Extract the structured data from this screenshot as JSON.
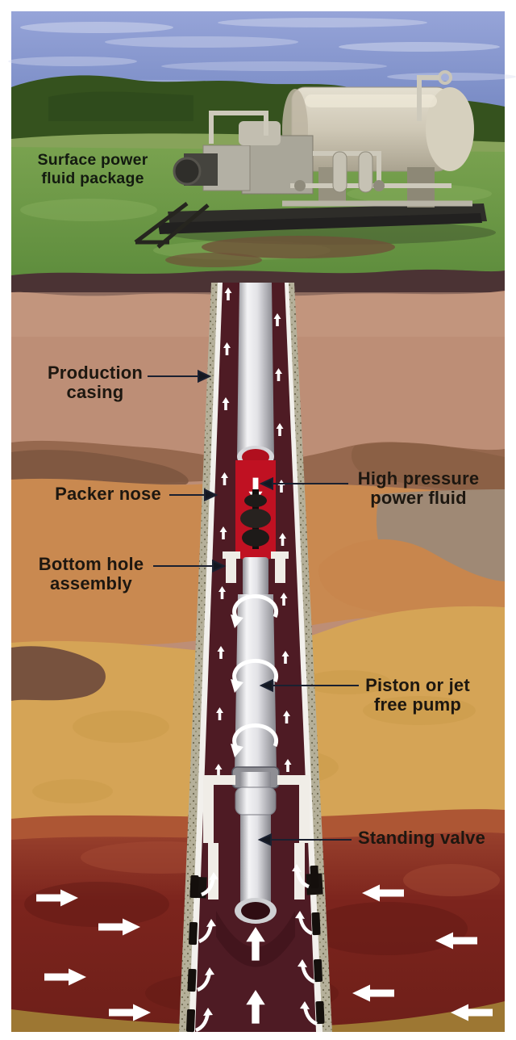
{
  "figure": {
    "title_context": "Hydraulic pumping system well schematic",
    "labels": {
      "surface_power": {
        "line1": "Surface power",
        "line2": "fluid package"
      },
      "production_casing": {
        "line1": "Production",
        "line2": "casing"
      },
      "packer_nose": {
        "line1": "Packer nose"
      },
      "high_pressure": {
        "line1": "High pressure",
        "line2": "power fluid"
      },
      "bottom_hole": {
        "line1": "Bottom hole",
        "line2": "assembly"
      },
      "piston_pump": {
        "line1": "Piston or jet",
        "line2": "free pump"
      },
      "standing_valve": {
        "line1": "Standing valve"
      }
    },
    "colors": {
      "sky": "#8193cb",
      "hills": "#35521e",
      "grass": "#6a9746",
      "tank_beige": "#cfc8b6",
      "topsoil_band": "#4b3334",
      "stratum_pink_tan": "#bd8e76",
      "stratum_brown_band": "#96684e",
      "stratum_orange": "#c98950",
      "stratum_taupe": "#9f8975",
      "stratum_mustard": "#d5a456",
      "reservoir_red": "#7c241d",
      "annulus_maroon": "#4e1b24",
      "casing_white": "#f2f0ec",
      "cement_sheath": "#b5b09a",
      "power_fluid_red": "#c01122",
      "tubing_silver": "#d9d9dc",
      "arrow_white": "#ffffff",
      "leader_line": "#1a2030",
      "label_text": "#1d1710"
    }
  }
}
